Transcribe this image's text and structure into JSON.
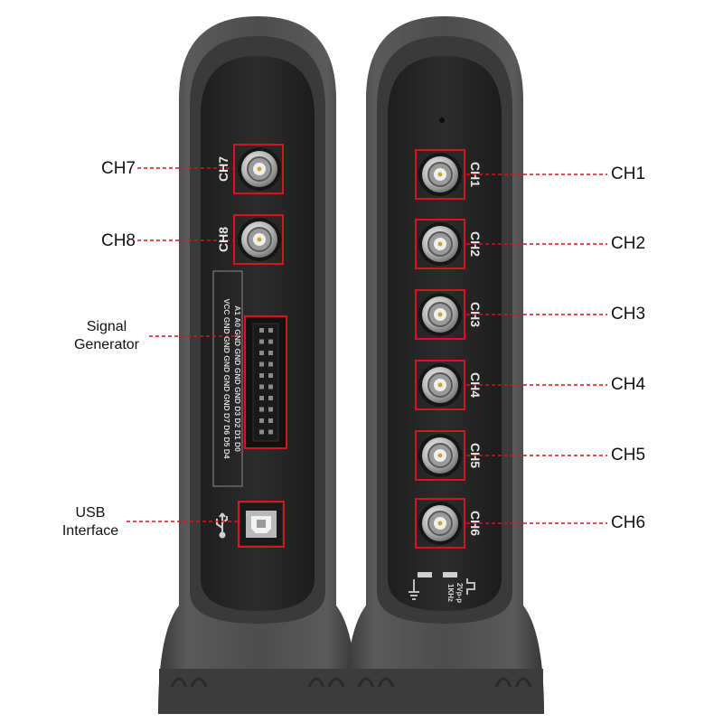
{
  "left_panel": {
    "ports": [
      {
        "id": "ch7",
        "callout": "CH7",
        "engraving": "CH7"
      },
      {
        "id": "ch8",
        "callout": "CH8",
        "engraving": "CH8"
      }
    ],
    "signal_generator": {
      "callout_line1": "Signal",
      "callout_line2": "Generator",
      "pin_row_top": "VCC GND GND GND GND GND D7 D6 D5 D4",
      "pin_row_bottom": "A1 A0 GND GND GND GND D3 D2 D1 D0"
    },
    "usb": {
      "callout_line1": "USB",
      "callout_line2": "Interface",
      "icon": "usb-symbol-icon"
    }
  },
  "right_panel": {
    "ports": [
      {
        "id": "ch1",
        "callout": "CH1",
        "engraving": "CH1"
      },
      {
        "id": "ch2",
        "callout": "CH2",
        "engraving": "CH2"
      },
      {
        "id": "ch3",
        "callout": "CH3",
        "engraving": "CH3"
      },
      {
        "id": "ch4",
        "callout": "CH4",
        "engraving": "CH4"
      },
      {
        "id": "ch5",
        "callout": "CH5",
        "engraving": "CH5"
      },
      {
        "id": "ch6",
        "callout": "CH6",
        "engraving": "CH6"
      }
    ],
    "calibration": {
      "text_line1": "1KHz",
      "text_line2": "2Vp-p",
      "ground_icon": "ground-icon",
      "square_wave_icon": "square-wave-icon"
    }
  },
  "colors": {
    "housing": "#4a4a4a",
    "housing_dark": "#2e2e2e",
    "face": "#262626",
    "highlight_box": "#d8141e",
    "connector_metal": "#c9c9c9",
    "connector_gold": "#d8a22a"
  }
}
